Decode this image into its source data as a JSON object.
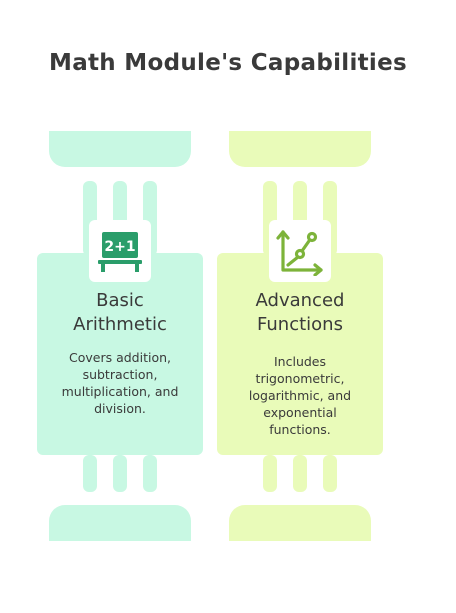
{
  "title": "Math Module's Capabilities",
  "columns": [
    {
      "heading_line1": "Basic",
      "heading_line2": "Arithmetic",
      "description": [
        "Covers addition,",
        "subtraction,",
        "multiplication, and",
        "division."
      ],
      "icon": "chalkboard-icon",
      "icon_text": "2+1",
      "color": "#c8f8e3",
      "icon_color": "#2a9d6a"
    },
    {
      "heading_line1": "Advanced",
      "heading_line2": "Functions",
      "description": [
        "Includes",
        "trigonometric,",
        "logarithmic, and",
        "exponential",
        "functions."
      ],
      "icon": "graph-icon",
      "color": "#e9fbb9",
      "icon_color": "#7db33a"
    }
  ]
}
